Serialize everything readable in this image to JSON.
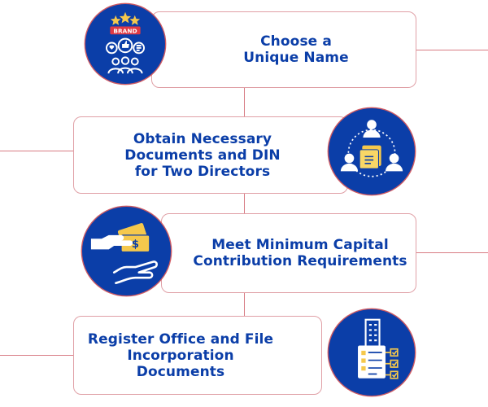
{
  "steps": [
    {
      "lines": [
        "Choose a",
        "Unique Name"
      ],
      "icon": "brand-feedback-icon"
    },
    {
      "lines": [
        "Obtain Necessary",
        "Documents and DIN",
        "for Two Directors"
      ],
      "icon": "directors-documents-icon"
    },
    {
      "lines": [
        "Meet Minimum Capital",
        "Contribution Requirements"
      ],
      "icon": "capital-money-hand-icon"
    },
    {
      "lines": [
        "Register Office and File",
        "Incorporation",
        "Documents"
      ],
      "icon": "office-checklist-icon"
    }
  ],
  "brand_badge": "BRAND",
  "currency_symbol": "$",
  "colors": {
    "primary_blue": "#0b3ea8",
    "border_pink": "#e0a0a6",
    "connector_red": "#d87c84",
    "accent_yellow": "#f5c84c"
  }
}
